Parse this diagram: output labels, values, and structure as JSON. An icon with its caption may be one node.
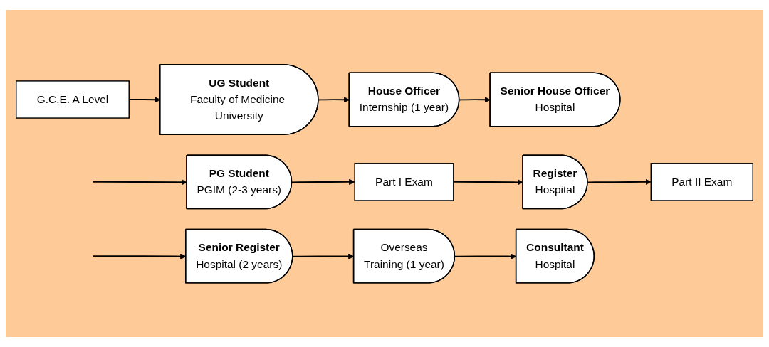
{
  "diagram": {
    "nodes": [
      {
        "text": [
          "G.C.E. A Level"
        ]
      },
      {
        "text": [
          "UG Student",
          "Faculty of Medicine University"
        ]
      },
      {
        "text": [
          "House Officer",
          "Internship (1 year)"
        ]
      },
      {
        "text": [
          "Senior House Officer",
          "Hospital"
        ]
      },
      {
        "text": [
          "PG Student",
          "PGIM (2-3 years)"
        ]
      },
      {
        "text": [
          "Part I Exam"
        ]
      },
      {
        "text": [
          "Register",
          "Hospital"
        ]
      },
      {
        "text": [
          "Part II Exam"
        ]
      },
      {
        "text": [
          "Senior Register",
          "Hospital (2 years)"
        ]
      },
      {
        "text": [
          "Overseas",
          "Training (1 year)"
        ]
      },
      {
        "text": [
          "Consultant",
          "Hospital"
        ]
      }
    ],
    "edges": [
      {
        "from": 0,
        "to": 1,
        "arrow": "to"
      },
      {
        "from": 1,
        "to": 2,
        "arrow": "to"
      },
      {
        "from": 2,
        "to": 3,
        "arrow": "to"
      },
      {
        "from": null,
        "to": 4,
        "arrow": "to"
      },
      {
        "from": 4,
        "to": 5,
        "arrow": "to"
      },
      {
        "from": 5,
        "to": 6,
        "arrow": "to"
      },
      {
        "from": 6,
        "to": 7,
        "arrow": "to"
      },
      {
        "from": null,
        "to": 8,
        "arrow": "to"
      },
      {
        "from": 8,
        "to": 9,
        "arrow": "to"
      },
      {
        "from": 9,
        "to": 10,
        "arrow": "to"
      }
    ]
  }
}
